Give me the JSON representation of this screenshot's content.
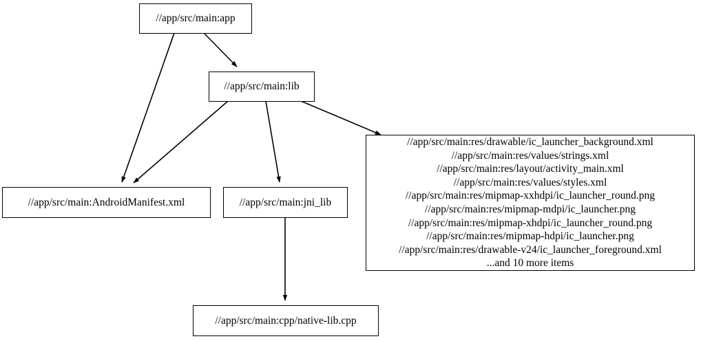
{
  "graph": {
    "type": "dependency-graph",
    "title": "",
    "background_color": "#ffffff",
    "node_border_color": "#000000",
    "edge_color": "#000000",
    "nodes": [
      {
        "id": "app",
        "label": "//app/src/main:app"
      },
      {
        "id": "lib",
        "label": "//app/src/main:lib"
      },
      {
        "id": "manifest",
        "label": "//app/src/main:AndroidManifest.xml"
      },
      {
        "id": "jni_lib",
        "label": "//app/src/main:jni_lib"
      },
      {
        "id": "resources",
        "label": "//app/src/main:res/drawable/ic_launcher_background.xml\n//app/src/main:res/values/strings.xml\n//app/src/main:res/layout/activity_main.xml\n//app/src/main:res/values/styles.xml\n//app/src/main:res/mipmap-xxhdpi/ic_launcher_round.png\n//app/src/main:res/mipmap-mdpi/ic_launcher.png\n//app/src/main:res/mipmap-xhdpi/ic_launcher_round.png\n//app/src/main:res/mipmap-hdpi/ic_launcher.png\n//app/src/main:res/drawable-v24/ic_launcher_foreground.xml\n...and 10 more items",
        "lines": [
          "//app/src/main:res/drawable/ic_launcher_background.xml",
          "//app/src/main:res/values/strings.xml",
          "//app/src/main:res/layout/activity_main.xml",
          "//app/src/main:res/values/styles.xml",
          "//app/src/main:res/mipmap-xxhdpi/ic_launcher_round.png",
          "//app/src/main:res/mipmap-mdpi/ic_launcher.png",
          "//app/src/main:res/mipmap-xhdpi/ic_launcher_round.png",
          "//app/src/main:res/mipmap-hdpi/ic_launcher.png",
          "//app/src/main:res/drawable-v24/ic_launcher_foreground.xml",
          "...and 10 more items"
        ],
        "overflow_note": "...and 10 more items",
        "hidden_item_count": 10
      },
      {
        "id": "native_lib",
        "label": "//app/src/main:cpp/native-lib.cpp"
      }
    ],
    "edges": [
      {
        "from": "app",
        "to": "lib"
      },
      {
        "from": "app",
        "to": "manifest"
      },
      {
        "from": "lib",
        "to": "manifest"
      },
      {
        "from": "lib",
        "to": "jni_lib"
      },
      {
        "from": "lib",
        "to": "resources"
      },
      {
        "from": "jni_lib",
        "to": "native_lib"
      }
    ]
  }
}
